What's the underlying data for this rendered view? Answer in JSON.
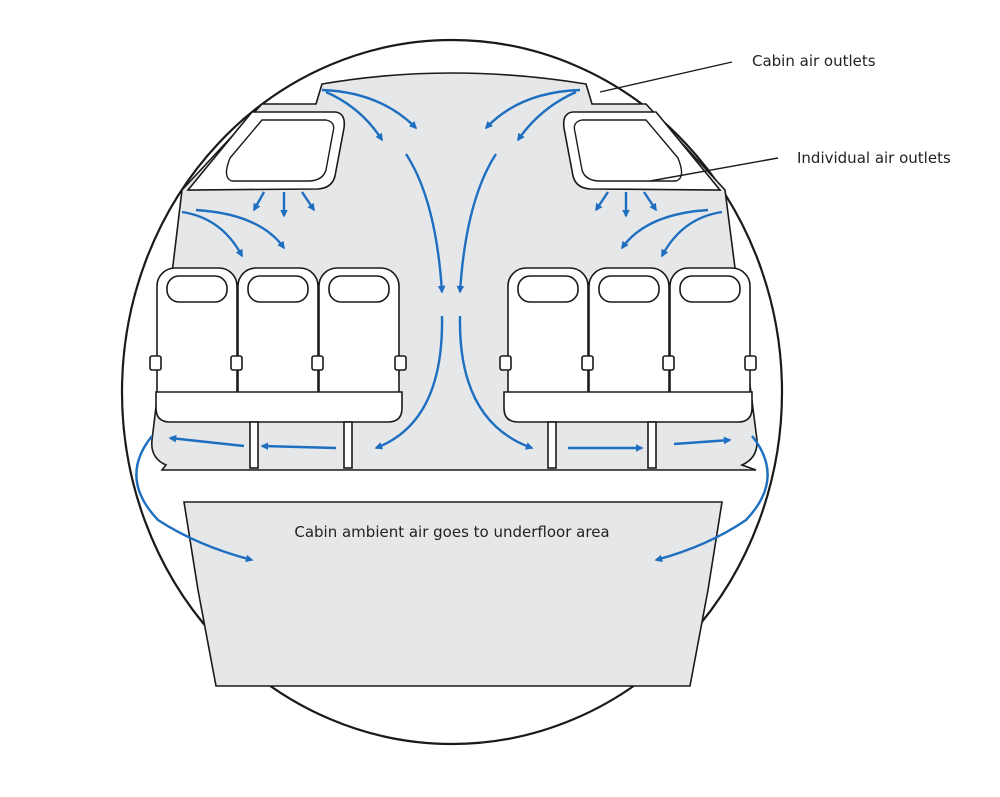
{
  "labels": {
    "cabin_air_outlets": "Cabin air outlets",
    "individual_air_outlets": "Individual air outlets",
    "underfloor": "Cabin ambient air goes to underfloor area"
  },
  "colors": {
    "airflow": "#1f6fc0",
    "cabin_fill": "#e6e7e9",
    "outline": "#1a1a1a"
  }
}
